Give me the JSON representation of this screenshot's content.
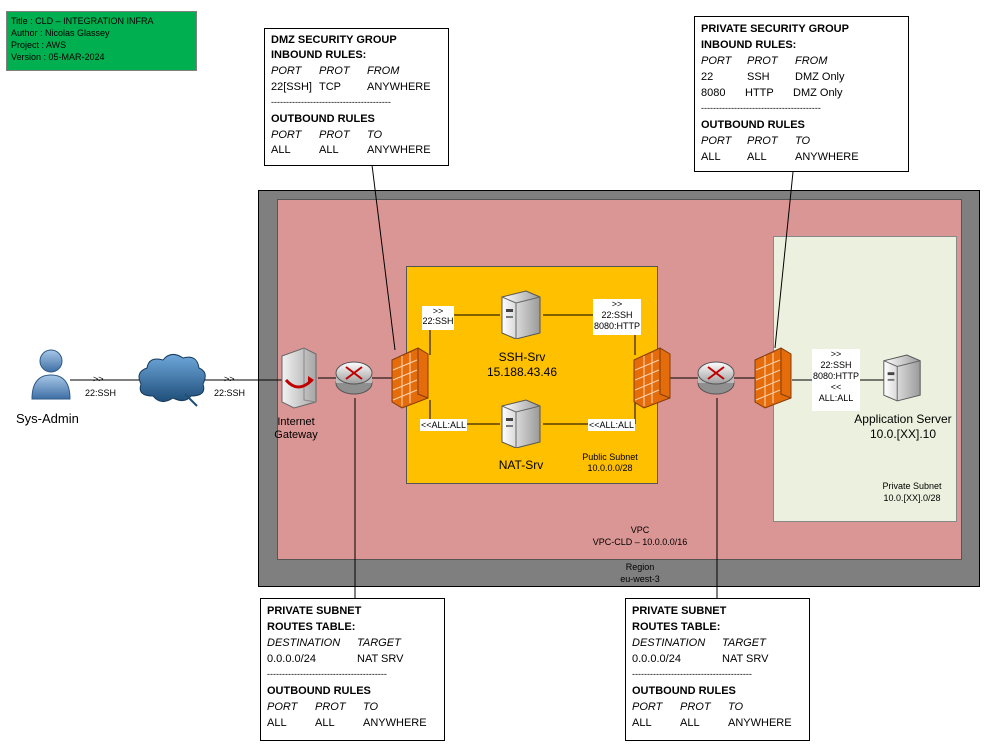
{
  "info": {
    "title": "Title :       CLD – INTEGRATION INFRA",
    "author": "Author : Nicolas Glassey",
    "project": "Project : AWS",
    "version": "Version : 05-MAR-2024"
  },
  "dmz_sg": {
    "title1": "DMZ SECURITY GROUP",
    "title2": "INBOUND RULES:",
    "in_headers": [
      "PORT",
      "PROT",
      "FROM"
    ],
    "in_row": [
      "22[SSH]",
      "TCP",
      "ANYWHERE"
    ],
    "divider": "----------------------------------------",
    "out_title": "OUTBOUND RULES",
    "out_headers": [
      "PORT",
      "PROT",
      "TO"
    ],
    "out_row": [
      "ALL",
      "ALL",
      "ANYWHERE"
    ]
  },
  "priv_sg": {
    "title1": "PRIVATE SECURITY GROUP",
    "title2": "INBOUND RULES:",
    "in_headers": [
      "PORT",
      "PROT",
      "FROM"
    ],
    "in_rows": [
      [
        "22",
        "SSH",
        "DMZ Only"
      ],
      [
        "8080",
        "HTTP",
        "DMZ Only"
      ]
    ],
    "divider": "----------------------------------------",
    "out_title": "OUTBOUND RULES",
    "out_headers": [
      "PORT",
      "PROT",
      "TO"
    ],
    "out_row": [
      "ALL",
      "ALL",
      "ANYWHERE"
    ]
  },
  "rt_left": {
    "title1": "PRIVATE SUBNET",
    "title2": "ROUTES TABLE:",
    "headers": [
      "DESTINATION",
      "TARGET"
    ],
    "row": [
      "0.0.0.0/24",
      "NAT SRV"
    ],
    "divider": "----------------------------------------",
    "out_title": "OUTBOUND RULES",
    "out_headers": [
      "PORT",
      "PROT",
      "TO"
    ],
    "out_row": [
      "ALL",
      "ALL",
      "ANYWHERE"
    ]
  },
  "rt_right": {
    "title1": "PRIVATE SUBNET",
    "title2": "ROUTES TABLE:",
    "headers": [
      "DESTINATION",
      "TARGET"
    ],
    "row": [
      "0.0.0.0/24",
      "NAT SRV"
    ],
    "divider": "----------------------------------------",
    "out_title": "OUTBOUND RULES",
    "out_headers": [
      "PORT",
      "PROT",
      "TO"
    ],
    "out_row": [
      "ALL",
      "ALL",
      "ANYWHERE"
    ]
  },
  "sysadmin": {
    "label": "Sys-Admin"
  },
  "flows": {
    "admin_internet": {
      "arrow": ">>",
      "label": "22:SSH"
    },
    "internet_igw": {
      "arrow": ">>",
      "label": "22:SSH"
    },
    "fw_ssh": {
      "arrow": ">>",
      "label": "22:SSH"
    },
    "fw_all": {
      "label": "<<ALL:ALL"
    },
    "ssh_to_priv": {
      "arrow": ">>",
      "label1": "22:SSH",
      "label2": "8080:HTTP"
    },
    "nat_all": {
      "label": "<<ALL:ALL"
    },
    "priv_in": {
      "arrow": ">>",
      "label1": "22:SSH",
      "label2": "8080:HTTP",
      "arrow2": "<<",
      "label3": "ALL:ALL"
    }
  },
  "igw": {
    "line1": "Internet",
    "line2": "Gateway"
  },
  "ssh_srv": {
    "name": "SSH-Srv",
    "ip": "15.188.43.46"
  },
  "nat_srv": {
    "name": "NAT-Srv"
  },
  "public_subnet": {
    "line1": "Public Subnet",
    "line2": "10.0.0.0/28"
  },
  "app_server": {
    "name": "Application Server",
    "ip": "10.0.[XX].10"
  },
  "private_subnet": {
    "line1": "Private Subnet",
    "line2": "10.0.[XX].0/28"
  },
  "vpc": {
    "line1": "VPC",
    "line2": "VPC-CLD – 10.0.0.0/16"
  },
  "region": {
    "line1": "Region",
    "line2": "eu-west-3"
  },
  "colors": {
    "info_bg": "#00b050",
    "region_bg": "#7f7f7f",
    "vpc_bg": "#da9694",
    "public_bg": "#ffc000",
    "private_bg": "#ebf1de",
    "firewall": "#e46c0a"
  }
}
